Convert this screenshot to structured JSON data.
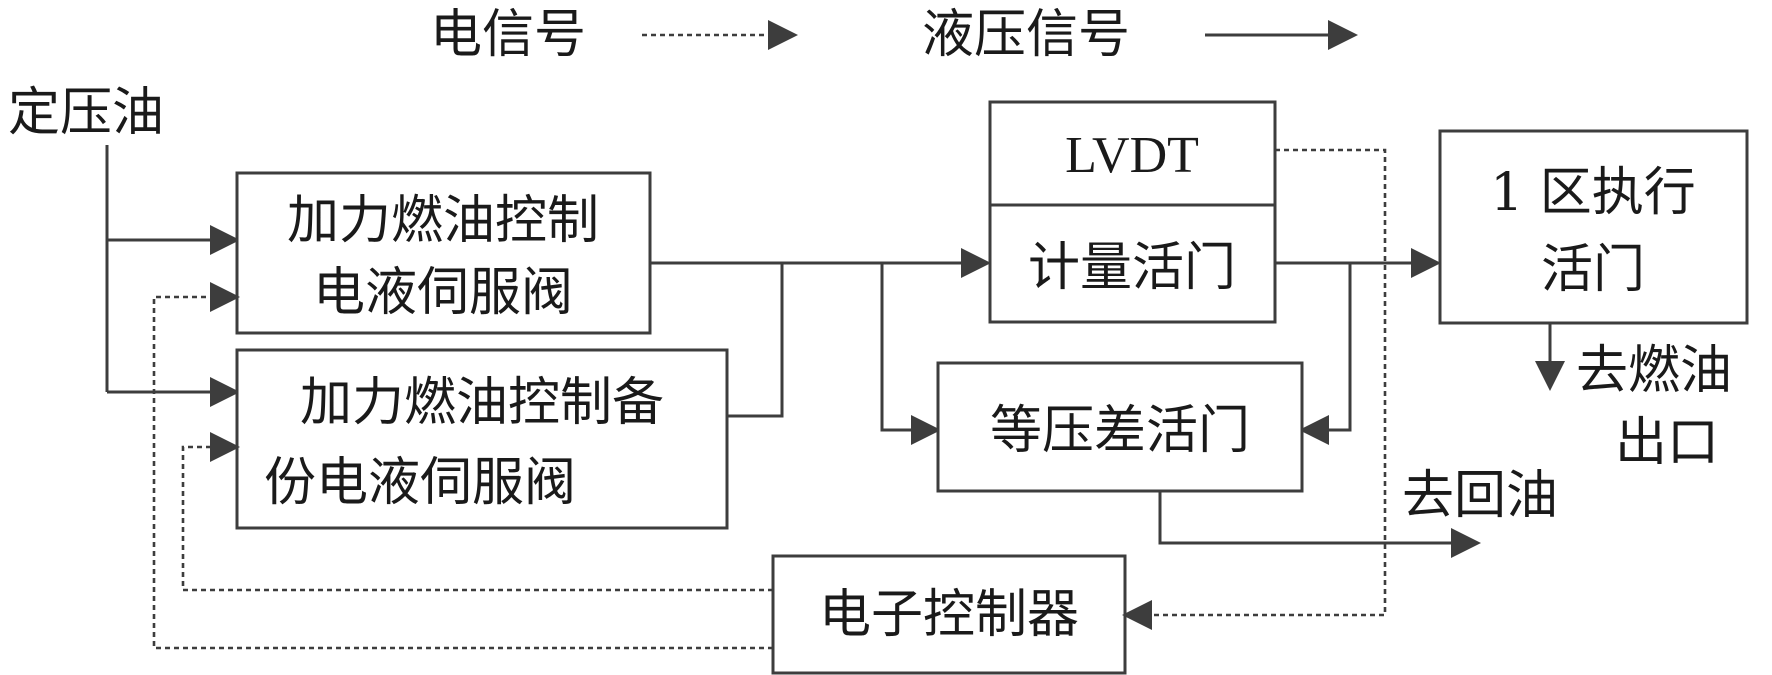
{
  "legend": {
    "electric_signal": "电信号",
    "hydraulic_signal": "液压信号"
  },
  "labels": {
    "constant_pressure_oil": "定压油",
    "to_fuel_outlet_line1": "去燃油",
    "to_fuel_outlet_line2": "出口",
    "to_return_oil": "去回油"
  },
  "blocks": {
    "servo_valve": {
      "line1": "加力燃油控制",
      "line2": "电液伺服阀"
    },
    "backup_servo_valve": {
      "line1": "加力燃油控制备",
      "line2": "份电液伺服阀"
    },
    "lvdt": {
      "label": "LVDT"
    },
    "metering_valve": {
      "label": "计量活门"
    },
    "pressure_diff_valve": {
      "label": "等压差活门"
    },
    "zone1_valve": {
      "line1": "1 区执行",
      "line2": "活门"
    },
    "ecu": {
      "label": "电子控制器"
    }
  },
  "colors": {
    "line": "#3d3d3d",
    "text": "#1a1a1a",
    "background": "#ffffff"
  }
}
